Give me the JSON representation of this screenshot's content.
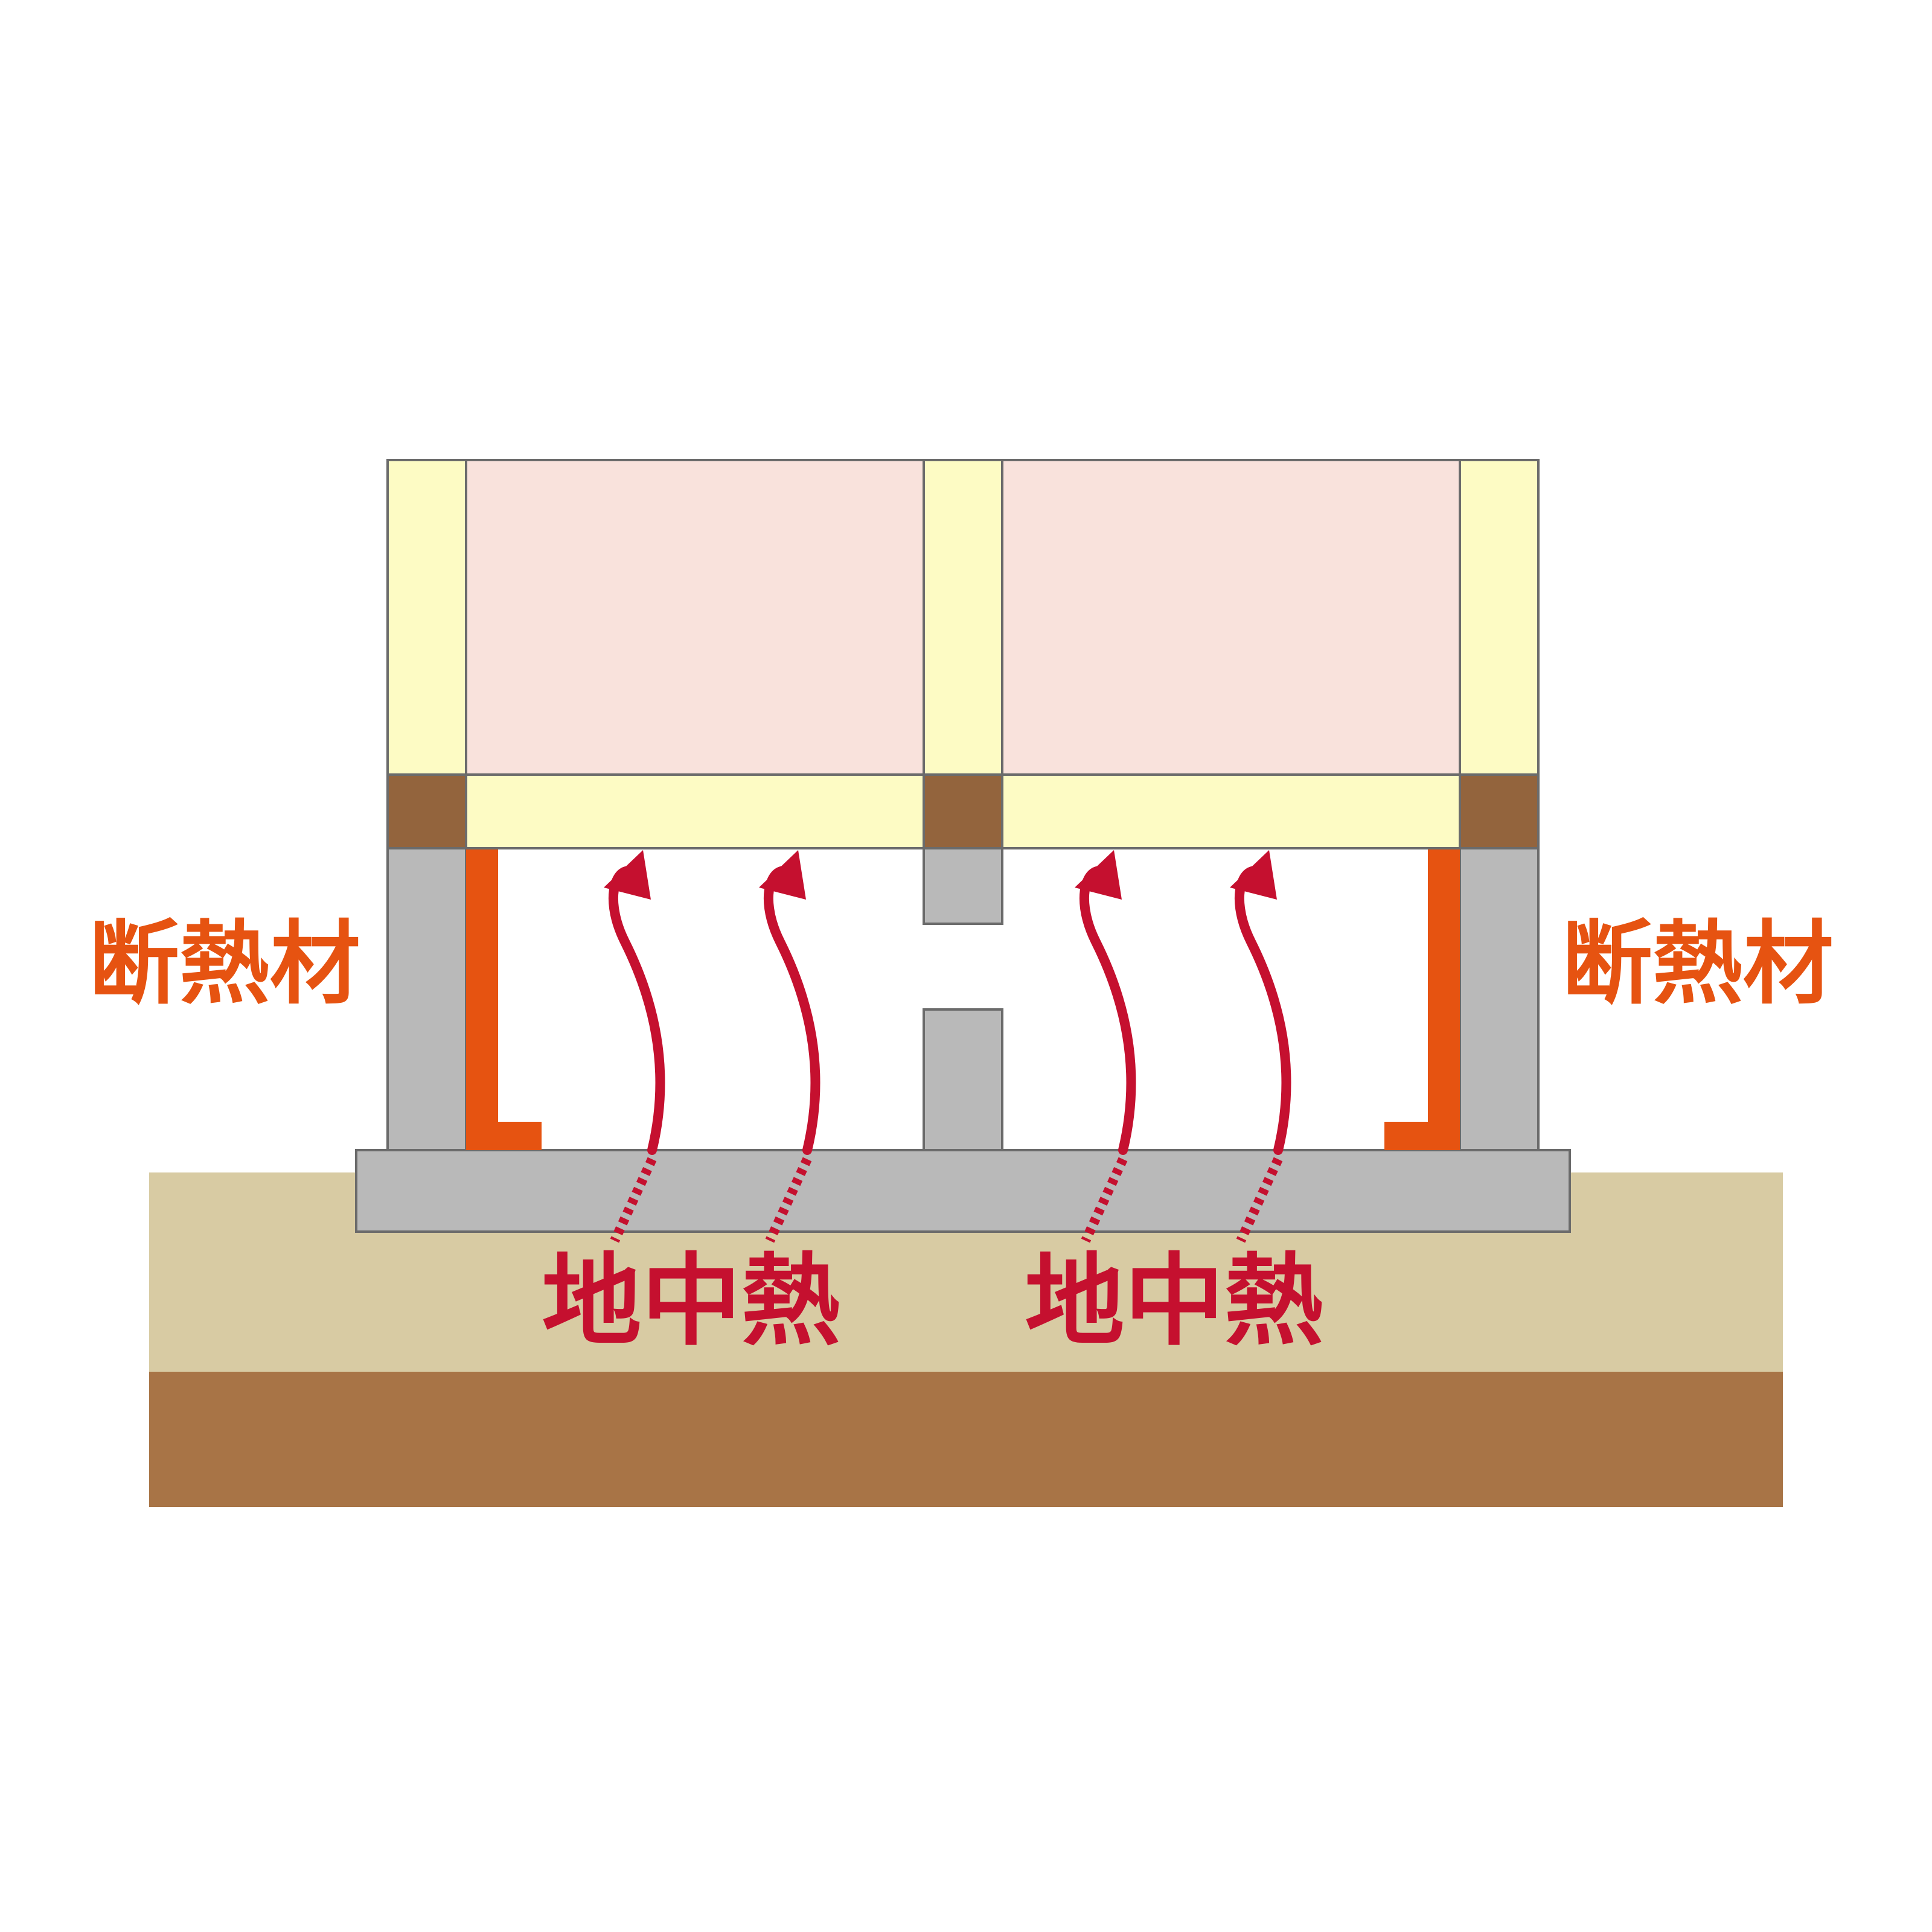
{
  "labels": {
    "insulation_left": "断熱材",
    "insulation_right": "断熱材",
    "ground_heat_left": "地中熱",
    "ground_heat_right": "地中熱"
  },
  "colors": {
    "background": "#ffffff",
    "wall_frame": "#fdfbc4",
    "room_interior": "#f9e2dc",
    "sill_beam": "#93643d",
    "concrete": "#b9b9b9",
    "insulation": "#e65311",
    "soil_upper": "#d8cba3",
    "soil_lower": "#a87446",
    "heat_arrow": "#c5102f",
    "insulation_label": "#e65311",
    "outline": "#6b6b6b"
  },
  "icons": {
    "heat_arrow": "curved-up-arrow-icon"
  }
}
